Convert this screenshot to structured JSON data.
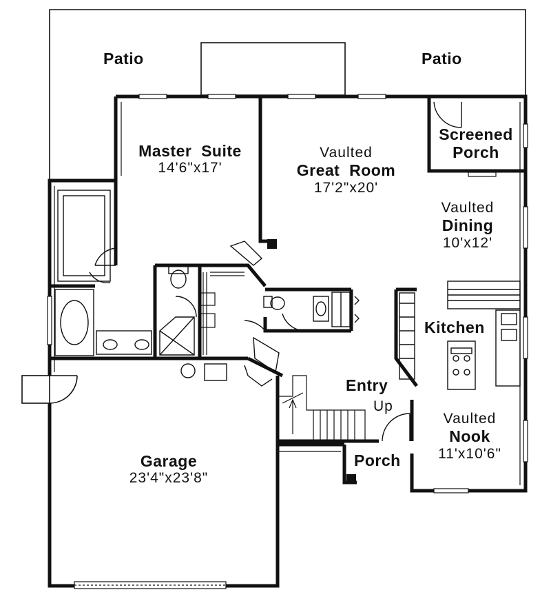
{
  "rooms": {
    "patio_left": {
      "name": "Patio"
    },
    "patio_right": {
      "name": "Patio"
    },
    "master": {
      "name": "Master  Suite",
      "dim": "14'6\"x17'"
    },
    "great": {
      "prefix": "Vaulted",
      "name": "Great  Room",
      "dim": "17'2\"x20'"
    },
    "screened": {
      "line1": "Screened",
      "line2": "Porch"
    },
    "dining": {
      "prefix": "Vaulted",
      "name": "Dining",
      "dim": "10'x12'"
    },
    "kitchen": {
      "name": "Kitchen"
    },
    "entry": {
      "name": "Entry",
      "up": "Up"
    },
    "nook": {
      "prefix": "Vaulted",
      "name": "Nook",
      "dim": "11'x10'6\""
    },
    "porch": {
      "name": "Porch"
    },
    "garage": {
      "name": "Garage",
      "dim": "23'4\"x23'8\""
    }
  }
}
